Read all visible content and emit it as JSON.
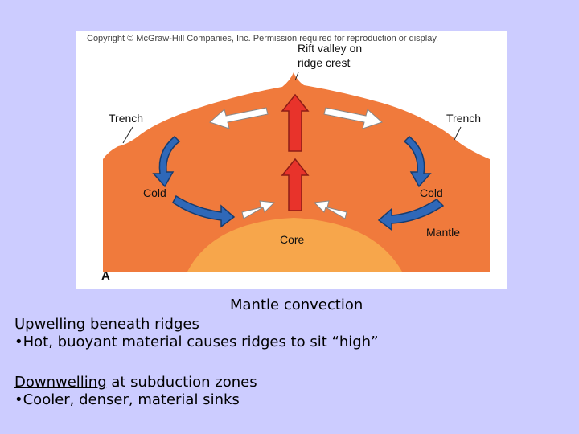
{
  "figure": {
    "copyright": "Copyright © McGraw-Hill Companies, Inc. Permission required for reproduction or display.",
    "rift_label_line1": "Rift valley on",
    "rift_label_line2": "ridge crest",
    "trench_left": "Trench",
    "trench_right": "Trench",
    "cold_left": "Cold",
    "cold_right": "Cold",
    "core_label": "Core",
    "mantle_label": "Mantle",
    "panel_label": "A",
    "colors": {
      "mantle": "#f07a3c",
      "core": "#f7a64b",
      "upwelling_arrow": "#e8332b",
      "downwelling_arrow": "#2f68b8",
      "lateral_arrow": "#ffffff"
    }
  },
  "caption": "Mantle convection",
  "upwelling": {
    "term": "Upwelling",
    "rest": " beneath ridges",
    "bullet": "•Hot, buoyant material causes ridges to sit “high”"
  },
  "downwelling": {
    "term": "Downwelling",
    "rest": " at subduction zones",
    "bullet": "•Cooler, denser, material sinks"
  }
}
